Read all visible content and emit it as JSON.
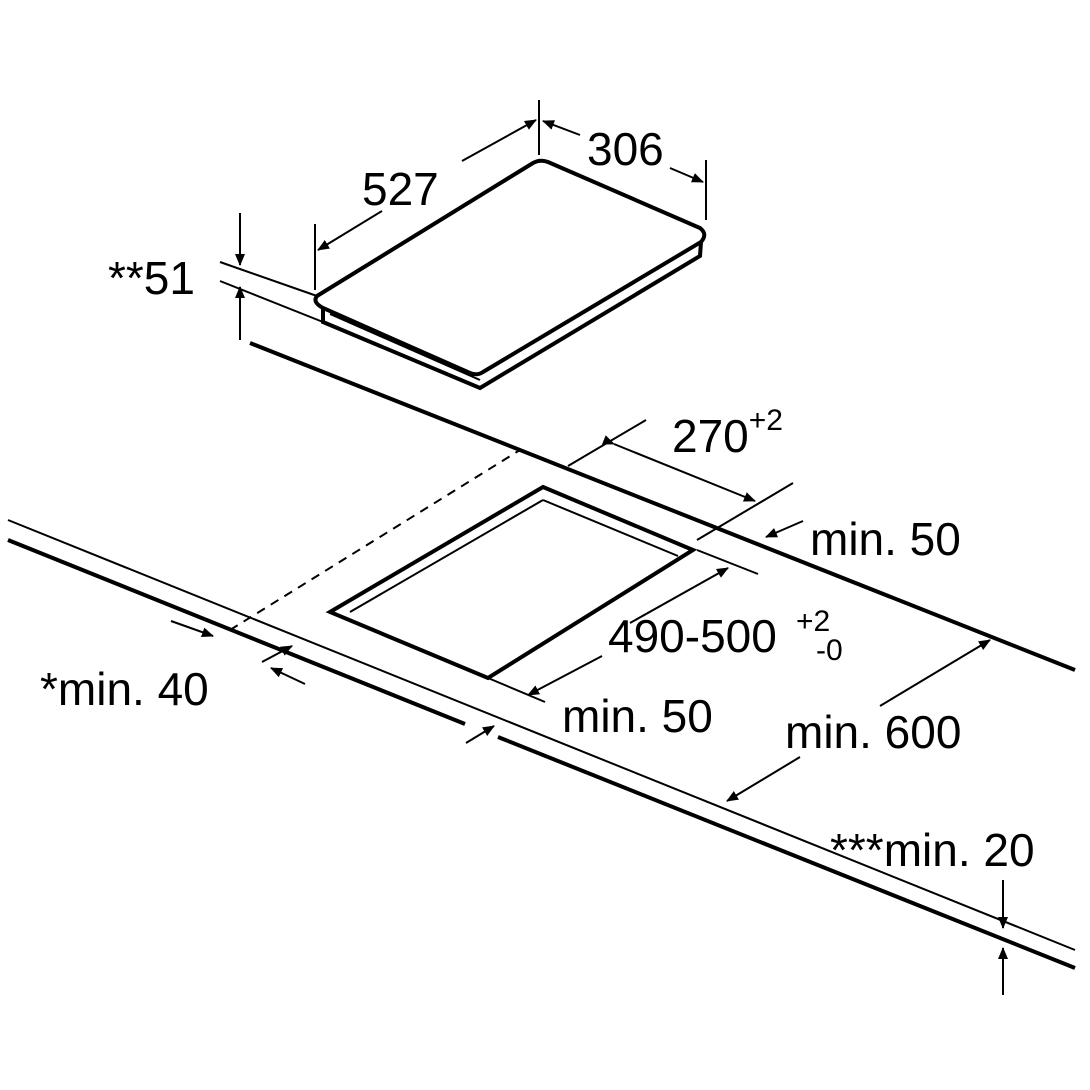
{
  "hob": {
    "depth_label": "527",
    "width_label": "306",
    "height_label": "**51"
  },
  "cutout": {
    "width_main": "270",
    "width_tol": "+2",
    "depth_main": "490-500",
    "depth_tol_upper": "+2",
    "depth_tol_lower": "-0"
  },
  "clearances": {
    "rear": "min. 50",
    "front": "min. 50",
    "side": "*min. 40",
    "worktop_depth": "min. 600",
    "worktop_thickness": "***min. 20"
  },
  "colors": {
    "line": "#000000",
    "background": "#ffffff"
  }
}
